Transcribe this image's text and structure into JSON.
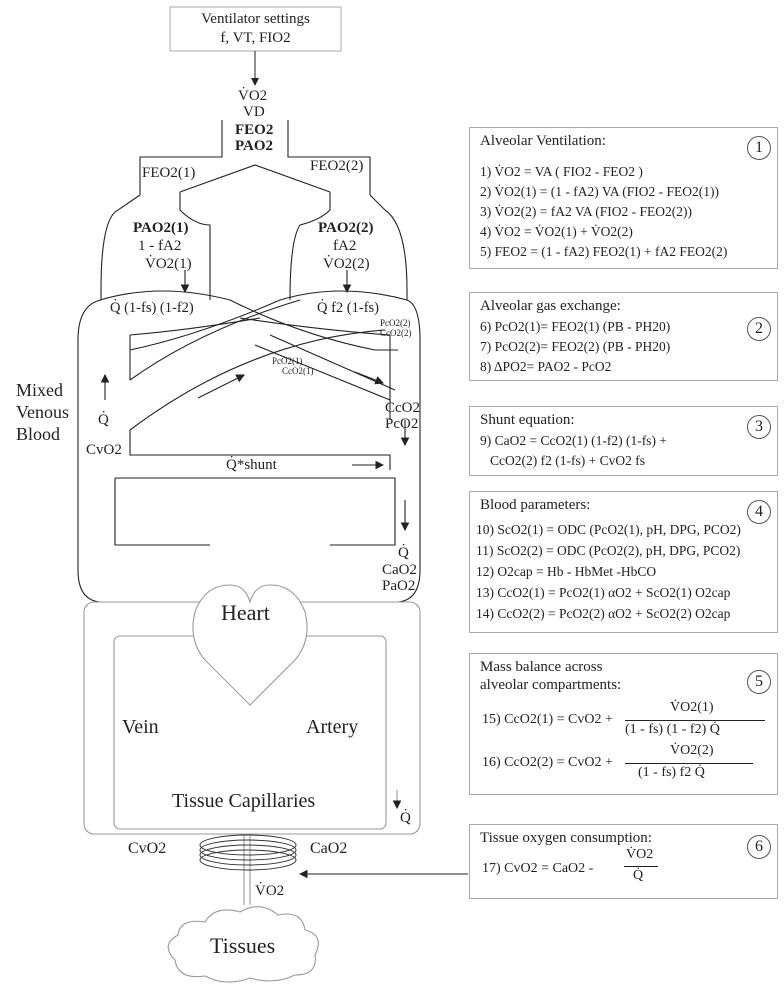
{
  "ventilator": {
    "title": "Ventilator settings",
    "params": "f, VT, FIO2"
  },
  "lung": {
    "vo2": "V̇O2",
    "vd": "VD",
    "feo2": "FEO2",
    "pao2": "PAO2",
    "feo2_1": "FEO2(1)",
    "feo2_2": "FEO2(2)",
    "pao2_1": "PAO2(1)",
    "frac_1": "1 - fA2",
    "vo2_1": "V̇O2(1)",
    "pao2_2": "PAO2(2)",
    "frac_2": "fA2",
    "vo2_2": "V̇O2(2)",
    "q_1": "Q̇ (1-fs) (1-f2)",
    "q_2": "Q̇ f2 (1-fs)",
    "pco2_2": "PcO2(2)",
    "cco2_2": "CcO2(2)",
    "pco2_1": "PcO2(1)",
    "cco2_1": "CcO2(1)",
    "q": "Q̇",
    "cvo2": "CvO2",
    "cco2": "CcO2",
    "pco2": "PcO2",
    "shunt": "Q̇*shunt",
    "q_right": "Q̇",
    "cao2": "CaO2",
    "pao2_blood": "PaO2"
  },
  "body": {
    "mixed_venous": [
      "Mixed",
      "Venous",
      "Blood"
    ],
    "heart": "Heart",
    "vein": "Vein",
    "artery": "Artery",
    "tissue_capillaries": "Tissue Capillaries",
    "q": "Q̇",
    "cvo2": "CvO2",
    "cao2": "CaO2",
    "vo2": "V̇O2",
    "tissues": "Tissues"
  },
  "panels": [
    {
      "num": "1",
      "title": "Alveolar Ventilation:",
      "lines": [
        "1)  V̇O2 = VA ( FIO2 - FEO2 )",
        "2)  V̇O2(1) = (1 - fA2) VA (FIO2 - FEO2(1))",
        "3)  V̇O2(2) = fA2 VA (FIO2 - FEO2(2))",
        "4)  V̇O2 = V̇O2(1) + V̇O2(2)",
        "5)  FEO2 = (1 - fA2) FEO2(1) + fA2 FEO2(2)"
      ]
    },
    {
      "num": "2",
      "title": "Alveolar gas exchange:",
      "lines": [
        "6)  PcO2(1)= FEO2(1) (PB - PH20)",
        "7)  PcO2(2)= FEO2(2) (PB - PH20)",
        "8)  ΔPO2= PAO2 - PcO2"
      ]
    },
    {
      "num": "3",
      "title": "Shunt equation:",
      "lines": [
        "9) CaO2 = CcO2(1) (1-f2) (1-fs) +",
        "CcO2(2) f2 (1-fs) + CvO2 fs"
      ]
    },
    {
      "num": "4",
      "title": "Blood parameters:",
      "lines": [
        "10) ScO2(1) = ODC (PcO2(1), pH, DPG, PCO2)",
        "11) ScO2(2) = ODC (PcO2(2), pH, DPG, PCO2)",
        "12) O2cap = Hb - HbMet -HbCO",
        "13) CcO2(1) = PcO2(1) αO2 + ScO2(1) O2cap",
        "14) CcO2(2) = PcO2(2) αO2 + ScO2(2) O2cap"
      ]
    },
    {
      "num": "5",
      "title": "Mass balance across",
      "title2": "alveolar compartments:",
      "eq15_lhs": "15) CcO2(1) = CvO2 +",
      "eq15_num": "V̇O2(1)",
      "eq15_den": "(1 - fs) (1 - f2) Q̇",
      "eq16_lhs": "16) CcO2(2) = CvO2 +",
      "eq16_num": "V̇O2(2)",
      "eq16_den": "(1 - fs) f2 Q̇"
    },
    {
      "num": "6",
      "title": "Tissue oxygen consumption:",
      "eq17_lhs": "17)   CvO2 = CaO2  -",
      "eq17_num": "V̇O2",
      "eq17_den": "Q̇"
    }
  ]
}
